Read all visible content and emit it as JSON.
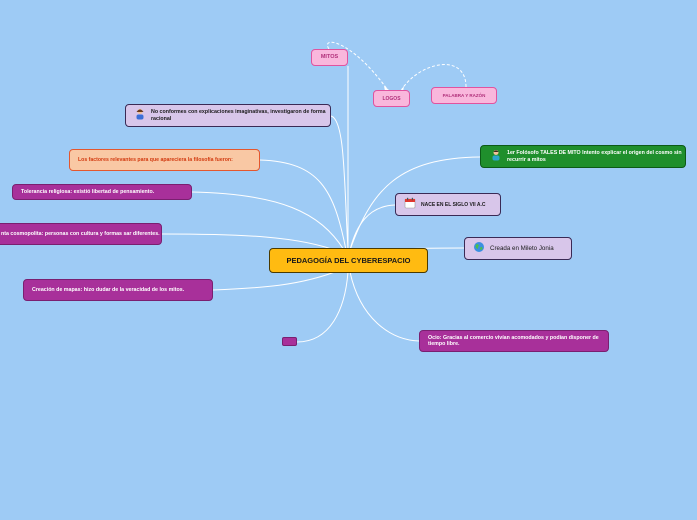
{
  "map": {
    "central": "PEDAGOGÍA DEL CYBERESPACIO",
    "mitos": "MITOS",
    "logos": "LOGOS",
    "palabra": "PALABRA Y RAZÓN",
    "noconformes": "No conformes con explicaciones imaginativas, investigaron de forma racional",
    "factores": "Los factores relevantes para que apareciera la filosofía fueron:",
    "tolerancia": "Tolerancia religiosa: existió libertad de pensamiento.",
    "cosmopolita": "nta cosmopolita: personas con cultura y formas sar diferentes.",
    "mapas": "Creación de mapas: hizo dudar de la veracidad de los mitos.",
    "blank": "",
    "ocio": "Ocio: Gracias al comercio vivían acomodados y podían disponer de tiempo libre.",
    "tales": "1er Folósofo TALES DE MITO Intento explicar el origen del cosmo sin recurrir a mitos",
    "nace": "NACE EN EL SIGLO VII A.C",
    "mileto": "Creada en Mileto Jonia"
  },
  "icons": {
    "noconformes": "person-thinking-icon",
    "tales": "person-icon",
    "nace": "calendar-icon",
    "mileto": "globe-icon"
  },
  "colors": {
    "background": "#9ecbf5",
    "central": "#ffbb11",
    "pink": "#f9b7dc",
    "lavender": "#d8c6ea",
    "peach": "#f9c8a4",
    "magenta": "#a8309a",
    "green": "#1f8f2c",
    "connector": "#ffffff"
  }
}
